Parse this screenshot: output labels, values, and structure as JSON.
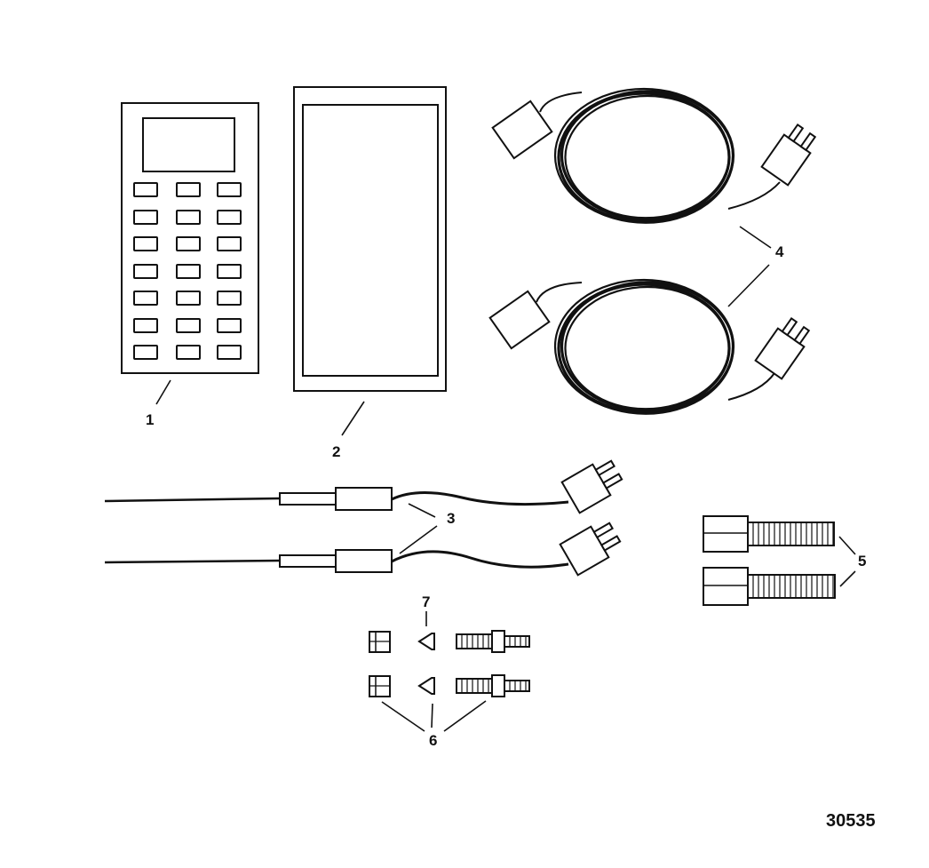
{
  "diagram": {
    "callouts": [
      {
        "id": "1",
        "label": "1"
      },
      {
        "id": "2",
        "label": "2"
      },
      {
        "id": "3",
        "label": "3"
      },
      {
        "id": "4",
        "label": "4"
      },
      {
        "id": "5",
        "label": "5"
      },
      {
        "id": "6",
        "label": "6"
      },
      {
        "id": "7",
        "label": "7"
      }
    ],
    "figure_number": "30535"
  }
}
